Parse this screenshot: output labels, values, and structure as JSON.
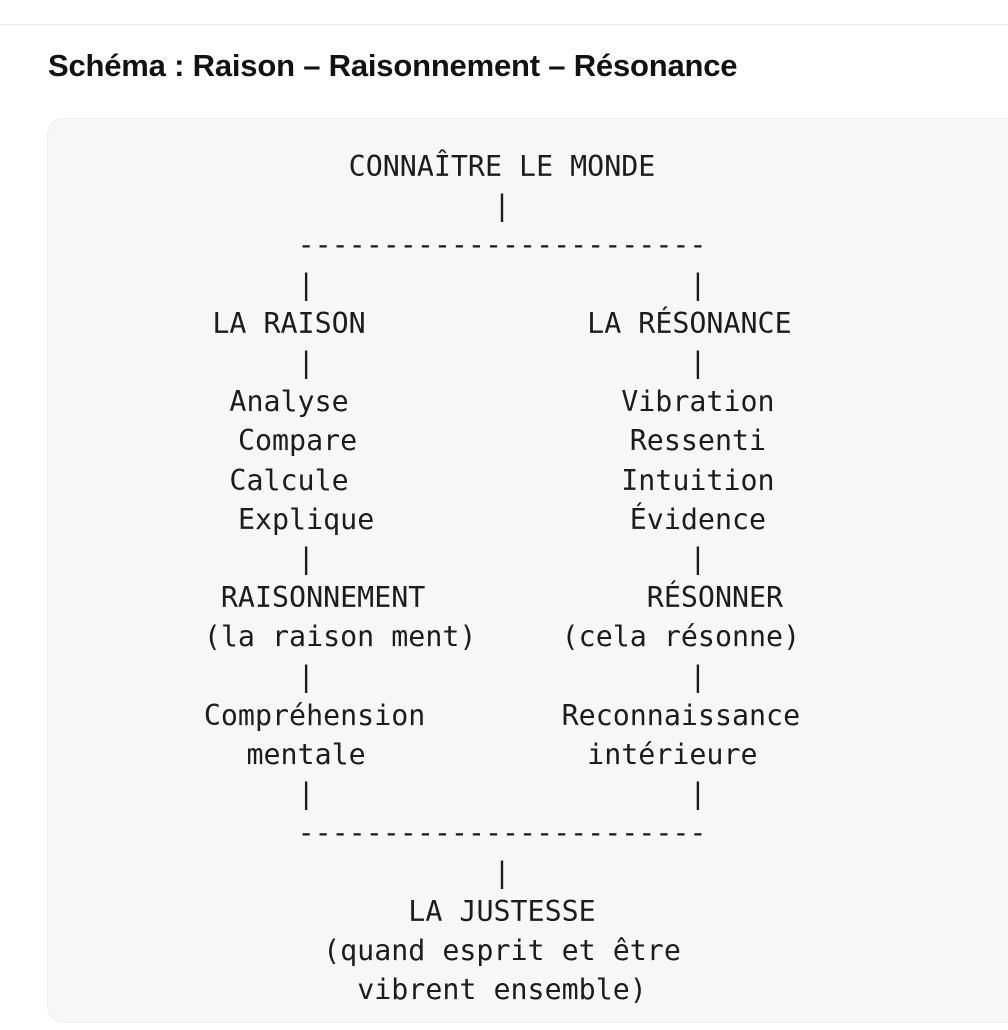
{
  "page": {
    "background": "#ffffff",
    "divider_color": "#ececec"
  },
  "header": {
    "title": "Schéma : Raison – Raisonnement – Résonance"
  },
  "card": {
    "background": "#f7f7f7",
    "border_color": "#ededed",
    "text_color": "#1c1c1c"
  },
  "diagram": {
    "type": "ascii-tree",
    "root": "CONNAÎTRE LE MONDE",
    "branches": [
      {
        "heading": "LA RAISON",
        "items": [
          "Analyse",
          "Compare",
          "Calcule",
          "Explique"
        ],
        "result": "RAISONNEMENT",
        "result_gloss": "(la raison ment)",
        "outcome_line1": "Compréhension",
        "outcome_line2": "mentale"
      },
      {
        "heading": "LA RÉSONANCE",
        "items": [
          "Vibration",
          "Ressenti",
          "Intuition",
          "Évidence"
        ],
        "result": "RÉSONNER",
        "result_gloss": "(cela résonne)",
        "outcome_line1": "Reconnaissance",
        "outcome_line2": "intérieure"
      }
    ],
    "conclusion": {
      "title": "LA JUSTESSE",
      "gloss_line1": "(quand esprit et être",
      "gloss_line2": "vibrent ensemble)"
    },
    "ascii_art": "        CONNAÎTRE LE MONDE\n                 |\n     ------------------------\n     |                      |\n LA RAISON             LA RÉSONANCE\n     |                      |\n  Analyse                Vibration\n  Compare                Ressenti\n  Calcule                Intuition\n  Explique               Évidence\n     |                      |\nRAISONNEMENT             RÉSONNER\n(la raison ment)     (cela résonne)\n     |                      |\nCompréhension        Reconnaissance\n   mentale             intérieure\n     |                      |\n     ------------------------\n                 |\n           LA JUSTESSE\n      (quand esprit et être\n        vibrent ensemble)",
    "lines": [
      {
        "id": "root",
        "text": "CONNAÎTRE LE MONDE"
      },
      {
        "id": "root-stem",
        "text": "|"
      },
      {
        "id": "split-bar",
        "text": "------------------------"
      },
      {
        "id": "split-legs",
        "text": "|                      |"
      },
      {
        "id": "branch-headings",
        "text": "LA RAISON             LA RÉSONANCE"
      },
      {
        "id": "heading-legs",
        "text": "|                      |"
      },
      {
        "id": "verbs-1",
        "text": "Analyse                Vibration"
      },
      {
        "id": "verbs-2",
        "text": "Compare                Ressenti"
      },
      {
        "id": "verbs-3",
        "text": "Calcule                Intuition"
      },
      {
        "id": "verbs-4",
        "text": "Explique               Évidence"
      },
      {
        "id": "verbs-legs",
        "text": "|                      |"
      },
      {
        "id": "results",
        "text": "RAISONNEMENT             RÉSONNER"
      },
      {
        "id": "results-gloss",
        "text": "(la raison ment)     (cela résonne)"
      },
      {
        "id": "results-legs",
        "text": "|                      |"
      },
      {
        "id": "outcomes-1",
        "text": "Compréhension        Reconnaissance"
      },
      {
        "id": "outcomes-2",
        "text": "mentale             intérieure"
      },
      {
        "id": "outcomes-legs",
        "text": "|                      |"
      },
      {
        "id": "merge-bar",
        "text": "------------------------"
      },
      {
        "id": "merge-stem",
        "text": "|"
      },
      {
        "id": "conclusion",
        "text": "LA JUSTESSE"
      },
      {
        "id": "conclusion-1",
        "text": "(quand esprit et être"
      },
      {
        "id": "conclusion-2",
        "text": "vibrent ensemble)"
      }
    ]
  }
}
